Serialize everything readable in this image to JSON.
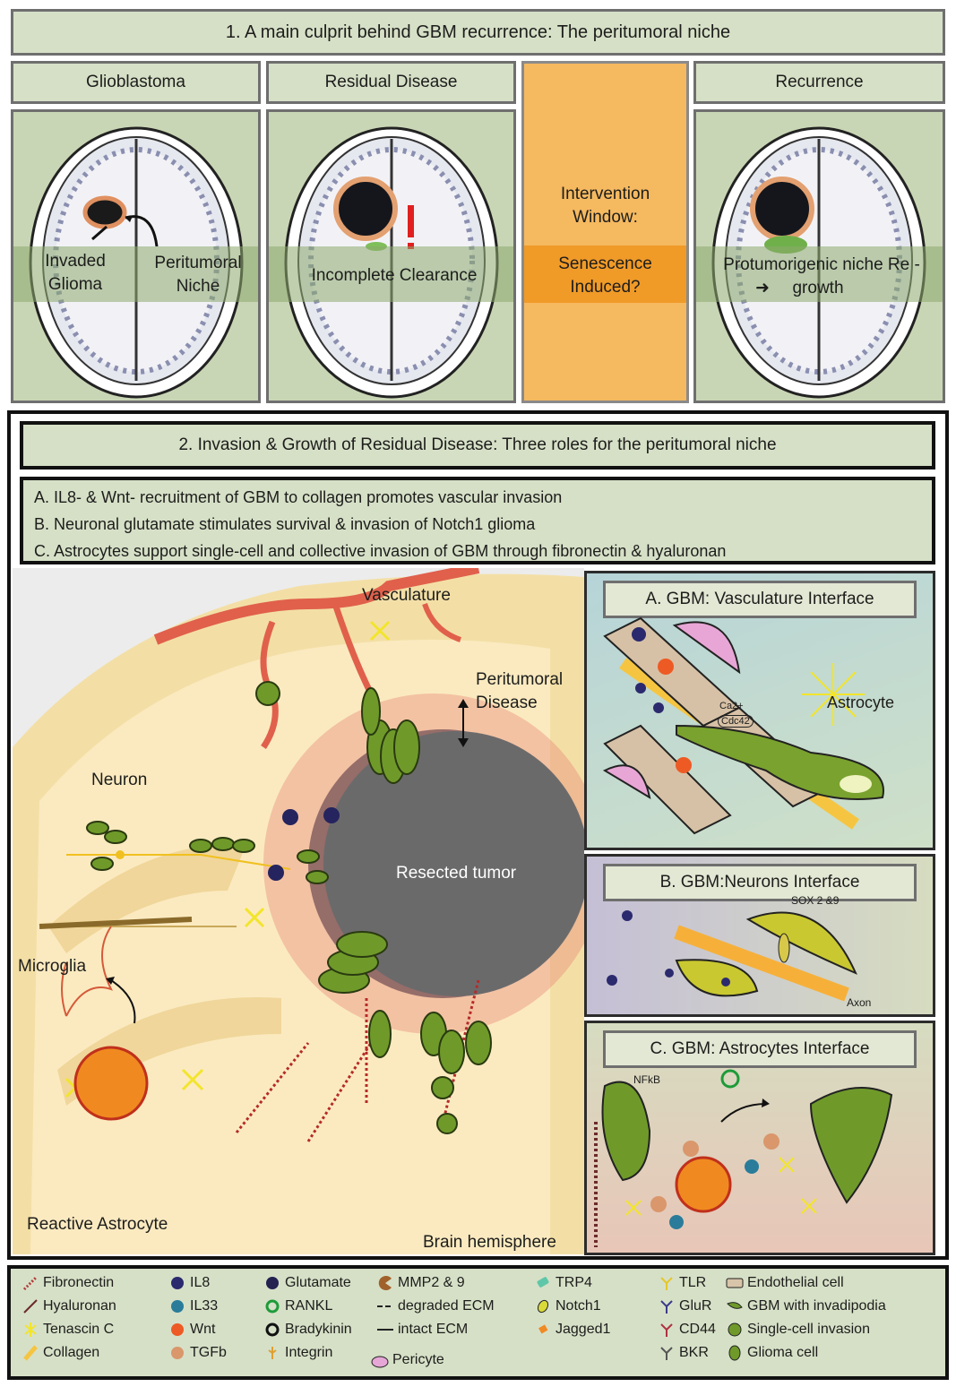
{
  "section1": {
    "title": "1. A main culprit behind GBM recurrence: The peritumoral niche",
    "columns": [
      {
        "header": "Glioblastoma",
        "labels": [
          "Invaded\nGlioma",
          "Peritumoral\nNiche"
        ]
      },
      {
        "header": "Residual Disease",
        "labels": [
          "Incomplete Clearance"
        ]
      },
      {
        "header": "",
        "labels": [
          "Intervention\nWindow:",
          "Senescence\nInduced?"
        ]
      },
      {
        "header": "Recurrence",
        "labels": [
          "Protumorigenic niche Re   -",
          "growth"
        ]
      }
    ]
  },
  "section2": {
    "title": "2. Invasion & Growth of Residual Disease: Three roles for the peritumoral niche",
    "roles": [
      "A. IL8- & Wnt- recruitment of GBM to collagen promotes vascular invasion",
      "B. Neuronal glutamate stimulates survival & invasion of Notch1 glioma",
      "C. Astrocytes support single-cell and collective invasion of GBM through fibronectin & hyaluronan"
    ],
    "main_labels": {
      "vasculature": "Vasculature",
      "peritumoral": "Peritumoral\nDisease",
      "neuron": "Neuron",
      "resected": "Resected tumor",
      "microglia": "Microglia",
      "reactive_astrocyte": "Reactive Astrocyte",
      "brain_hemisphere": "Brain hemisphere"
    },
    "panelA": {
      "title": "A. GBM: Vasculature Interface",
      "astrocyte": "Astrocyte",
      "ca": "Ca2+",
      "cdc": "Cdc42"
    },
    "panelB": {
      "title": "B. GBM:Neurons Interface",
      "sox": "SOX 2 &9",
      "axon": "Axon"
    },
    "panelC": {
      "title": "C. GBM: Astrocytes Interface",
      "nfkb": "NFkB"
    }
  },
  "legend": [
    {
      "label": "Fibronectin",
      "icon": "fibronectin-icon",
      "color": "#b23a3a"
    },
    {
      "label": "Hyaluronan",
      "icon": "hyaluronan-icon",
      "color": "#6b2a2a"
    },
    {
      "label": "Tenascin C",
      "icon": "tenascin-icon",
      "color": "#f2e52b"
    },
    {
      "label": "Collagen",
      "icon": "collagen-icon",
      "color": "#f5c542"
    },
    {
      "label": "IL8",
      "icon": "dot-icon",
      "color": "#2b2a6e"
    },
    {
      "label": "IL33",
      "icon": "dot-icon",
      "color": "#2a7c9a"
    },
    {
      "label": "Wnt",
      "icon": "dot-icon",
      "color": "#ee5a24"
    },
    {
      "label": "TGFb",
      "icon": "dot-icon",
      "color": "#d9976b"
    },
    {
      "label": "Glutamate",
      "icon": "dot-icon",
      "color": "#232250"
    },
    {
      "label": "RANKL",
      "icon": "ring-icon",
      "color": "#1e9b3a"
    },
    {
      "label": "Bradykinin",
      "icon": "ring-icon",
      "color": "#111111"
    },
    {
      "label": "Integrin",
      "icon": "integrin-icon",
      "color": "#e0a030"
    },
    {
      "label": "MMP2 & 9",
      "icon": "pacman-icon",
      "color": "#a0622a"
    },
    {
      "label": "degraded ECM",
      "icon": "dashed-line-icon",
      "color": "#222222"
    },
    {
      "label": "intact ECM",
      "icon": "line-icon",
      "color": "#222222"
    },
    {
      "label": "Pericyte",
      "icon": "pericyte-icon",
      "color": "#e6a6d6"
    },
    {
      "label": "TRP4",
      "icon": "trp4-icon",
      "color": "#5fc7a8"
    },
    {
      "label": "Notch1",
      "icon": "notch-icon",
      "color": "#d9d93a"
    },
    {
      "label": "Jagged1",
      "icon": "jagged-icon",
      "color": "#f08a24"
    },
    {
      "label": "TLR",
      "icon": "receptor-icon",
      "color": "#e5c72b"
    },
    {
      "label": "GluR",
      "icon": "receptor-icon",
      "color": "#3a3a8a"
    },
    {
      "label": "CD44",
      "icon": "receptor-icon",
      "color": "#b03040"
    },
    {
      "label": "BKR",
      "icon": "receptor-icon",
      "color": "#555555"
    },
    {
      "label": "Endothelial cell",
      "icon": "endothelial-icon",
      "color": "#d8c4a8"
    },
    {
      "label": "GBM with invadipodia",
      "icon": "gbm-icon",
      "color": "#6f9a2a"
    },
    {
      "label": "Single-cell invasion",
      "icon": "single-cell-icon",
      "color": "#6f9a2a"
    },
    {
      "label": "Glioma cell",
      "icon": "glioma-icon",
      "color": "#6f9a2a"
    }
  ]
}
